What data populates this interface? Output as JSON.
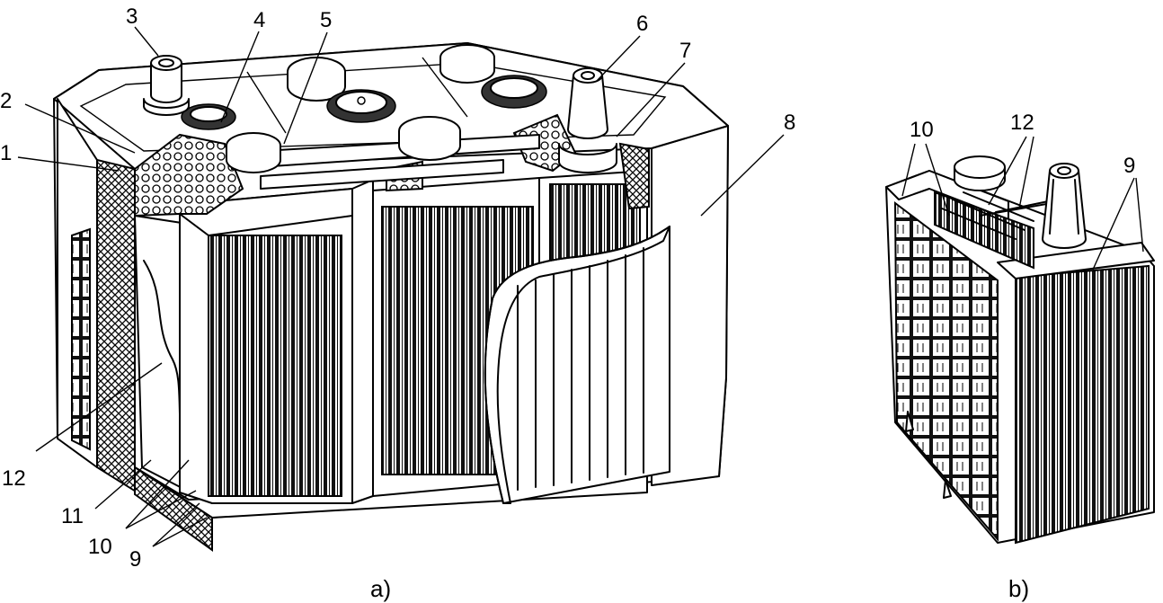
{
  "callouts": {
    "n1": "1",
    "n2": "2",
    "n3": "3",
    "n4": "4",
    "n5": "5",
    "n6": "6",
    "n7": "7",
    "n8": "8",
    "n9": "9",
    "n10": "10",
    "n11": "11",
    "n12": "12",
    "b10": "10",
    "b12": "12",
    "b9": "9"
  },
  "captions": {
    "a": "a)",
    "b": "b)"
  },
  "colors": {
    "ink": "#000000",
    "paper": "#ffffff"
  }
}
